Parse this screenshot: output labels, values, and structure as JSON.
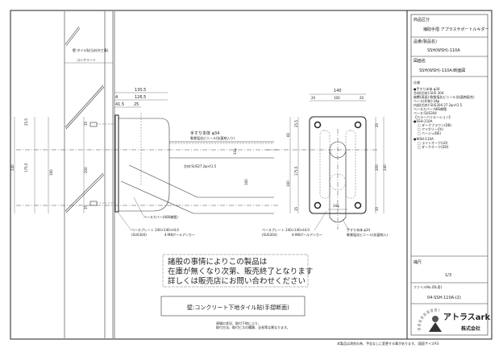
{
  "title_block": {
    "category_label": "商品区分",
    "category_value": "補助手摺 アプラスサポートルキダー",
    "part_no_label": "品番(製品名)",
    "part_no_value": "SSH(WSH)-110A",
    "drawing_name_label": "図面名",
    "drawing_name_value": "SSH(WSH)-110A:断面図",
    "spec_label": "仕様",
    "spec_lines": [
      "●手すり本体 φ34",
      "  芯材(芯材):SUS 304",
      "  被覆(表面):軟質塩化ビニール(抗菌剤配合)",
      "  ベース(外装):34φ",
      "  内部(芯材):SUS304 27.2φ×t1.5",
      "  ベースカバー:ABS樹脂",
      "  ベース:SUS304"
    ],
    "color_label": "【カラーバリエーション】",
    "color_group1": "●SSH-110A",
    "color_group1_items": [
      "□ ダークブラウン(DB)",
      "□ アイボリー(IV)",
      "□ ベージュ(BE)"
    ],
    "color_group2": "●WSH-110A",
    "color_group2_items": [
      "□ ライトオーク(LO)",
      "□ ダークオーク(DO)"
    ],
    "scale_label": "縮尺",
    "scale_value": "1/3",
    "file_no_label": "ファイルNo.(DL用)",
    "file_no_value": "04-SSH-110A-(2)",
    "company_name": "アトラスark",
    "company_suffix": "株式会社"
  },
  "side_view": {
    "wall_label": "壁:タイル貼(当社外工事)",
    "concrete_label": "コンクリート",
    "dims": [
      "130.5",
      "126.5",
      "41.5",
      "25",
      "4",
      "25.5",
      "175.5",
      "35",
      "200",
      "35",
      "240",
      "160",
      "160",
      "34φ"
    ],
    "rail_label_1": "手すり本体 φ34",
    "rail_label_2": "軟質塩化ビニール(抗菌剤入り)",
    "core_label": "芯材:SUS27.2φ×t1.5",
    "cover_label": "ベースカバー(ABS樹脂)",
    "plate_label_1": "ベースプレート 240×140×t4.0",
    "plate_label_2": "(SUS304)",
    "anchor_label": "4-M8ボールアンカー"
  },
  "front_view": {
    "dims_top": [
      "140",
      "20",
      "100",
      "20"
    ],
    "dims_left": [
      "60",
      "25.5",
      "175.5",
      "160",
      "35"
    ],
    "dims_right": [
      "20",
      "200",
      "240",
      "20"
    ],
    "dia": "34φ",
    "plate_label_1": "ベースプレート 240×140×t4.0",
    "plate_label_2": "(SUS304)",
    "anchor_label": "4-M8ボールアンカー",
    "rail_label_1": "手すり本体 φ34",
    "rail_label_2": "軟質塩化ビニール(抗菌剤入)"
  },
  "notice": {
    "lines": [
      "諸般の事情によりこの製品は",
      "在庫が無くなり次第、販売終了となります",
      "詳しくは販売店にお問い合わせください"
    ]
  },
  "wall_caption": "壁:コンクリート下地タイル貼(手摺断面)",
  "install_note": [
    "現場の状況、取付下地により、",
    "取付方法、取付ビスの種類、全長等は異なります。"
  ],
  "footer": "本製品は改良の為、予告なしに変更する事があります。:図面サイズA3"
}
